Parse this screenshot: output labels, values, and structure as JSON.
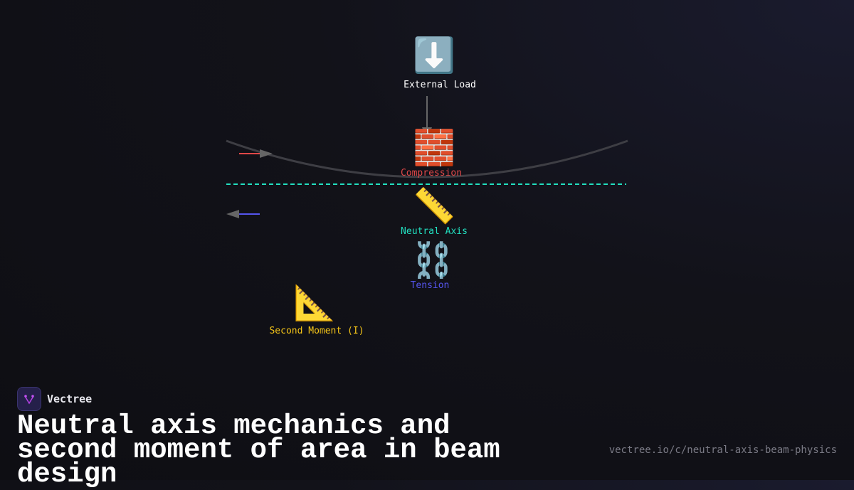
{
  "nodes": {
    "external_load": {
      "icon": "⬇️",
      "label": "External Load",
      "color": "#ffffff"
    },
    "compression": {
      "icon": "🧱",
      "label": "Compression",
      "color": "#e04848"
    },
    "neutral_axis": {
      "icon": "📏",
      "label": "Neutral Axis",
      "color": "#22e0c0"
    },
    "tension": {
      "icon": "⛓️",
      "label": "Tension",
      "color": "#5555ee"
    },
    "second_moment": {
      "icon": "📐",
      "label": "Second Moment (I)",
      "color": "#f5c518"
    }
  },
  "brand": {
    "name": "Vectree"
  },
  "title": "Neutral axis mechanics and second moment of area in beam design",
  "url": "vectree.io/c/neutral-axis-beam-physics"
}
